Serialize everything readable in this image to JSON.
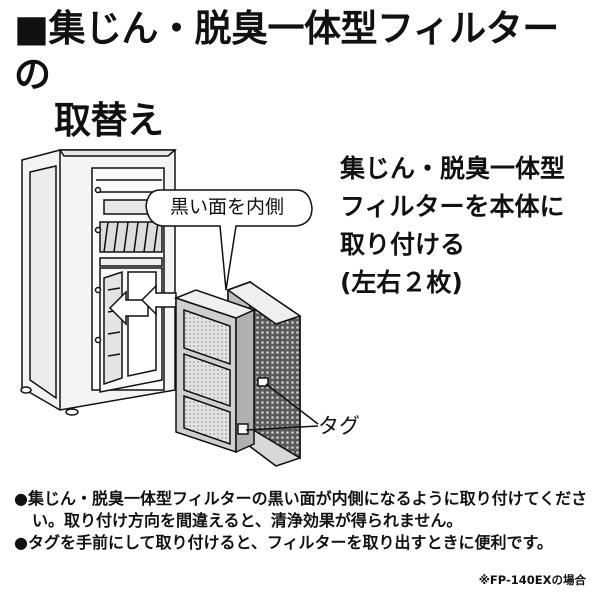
{
  "title": {
    "line1": "■集じん・脱臭一体型フィルターの",
    "line2": "取替え"
  },
  "step_text": [
    "集じん・脱臭一体型",
    "フィルターを本体に",
    "取り付ける",
    "(左右２枚)"
  ],
  "callout_text": "黒い面を内側",
  "tag_label": "タグ",
  "notes": [
    "●集じん・脱臭一体型フィルターの黒い面が内側になるように取り付けてください。取り付け方向を間違えると、清浄効果が得られません。",
    "●タグを手前にして取り付けると、フィルターを取り出すときに便利です。"
  ],
  "footnote": "※FP-140EXの場合",
  "colors": {
    "ink": "#111111",
    "unit_fill": "#f4f4f4",
    "filter_dark": "#555555",
    "filter_light": "#d8d8d8"
  }
}
